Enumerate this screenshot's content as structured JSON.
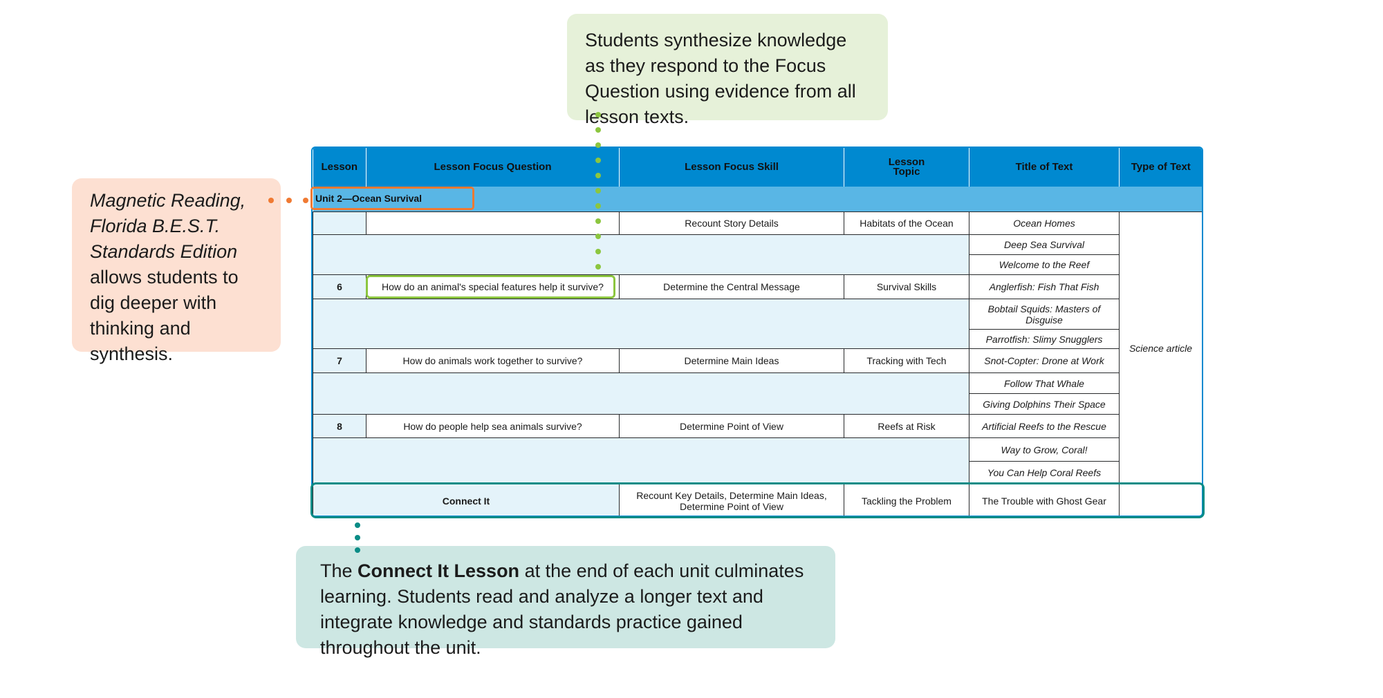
{
  "callouts": {
    "top": "Students synthesize knowledge as they respond to the Focus Question using evidence from all lesson texts.",
    "left": {
      "italic_part": "Magnetic Reading, Florida B.E.S.T. Standards Edition",
      "rest": "allows students to dig deeper with thinking and synthesis."
    },
    "bottom": {
      "pre": "The ",
      "bold": "Connect It Lesson",
      "post": " at the end of each unit culminates learning. Students read and analyze a longer text and integrate knowledge and standards practice gained throughout the unit."
    }
  },
  "colors": {
    "header_blue": "#0089d0",
    "unit_row_blue": "#59b6e5",
    "light_row_blue": "#e4f3fa",
    "green_accent": "#8cc63f",
    "orange_accent": "#f07a33",
    "teal_accent": "#0a8c86"
  },
  "table": {
    "headers": [
      "Lesson",
      "Lesson Focus Question",
      "Lesson Focus Skill",
      "Lesson Topic",
      "Title of Text",
      "Type of Text"
    ],
    "unit_label": "Unit 2—Ocean Survival",
    "rows": {
      "r0": {
        "skill": "Recount Story Details",
        "topic": "Habitats of the Ocean",
        "title": "Ocean Homes"
      },
      "r1": {
        "title": "Deep Sea Survival"
      },
      "r2": {
        "title": "Welcome to the Reef"
      },
      "r3": {
        "lesson": "6",
        "question": "How do an animal's special features help it survive?",
        "skill": "Determine the Central Message",
        "topic": "Survival Skills",
        "title": "Anglerfish: Fish That Fish"
      },
      "r4": {
        "title": "Bobtail Squids: Masters of Disguise"
      },
      "r5": {
        "title": "Parrotfish: Slimy Snugglers"
      },
      "r6": {
        "lesson": "7",
        "question": "How do animals work together to survive?",
        "skill": "Determine Main Ideas",
        "topic": "Tracking with Tech",
        "title": "Snot-Copter: Drone at Work"
      },
      "r7": {
        "title": "Follow That Whale"
      },
      "r8": {
        "title": "Giving Dolphins Their Space"
      },
      "r9": {
        "lesson": "8",
        "question": "How do people help sea animals survive?",
        "skill": "Determine Point of View",
        "topic": "Reefs at Risk",
        "title": "Artificial Reefs to the Rescue"
      },
      "r10": {
        "title": "Way to Grow, Coral!"
      },
      "r11": {
        "title": "You Can Help Coral Reefs"
      },
      "connect": {
        "label": "Connect It",
        "skill": "Recount Key Details, Determine Main Ideas, Determine Point of View",
        "topic": "Tackling the Problem",
        "title": "The Trouble with Ghost Gear",
        "type": ""
      }
    },
    "type_of_text": "Science article"
  }
}
